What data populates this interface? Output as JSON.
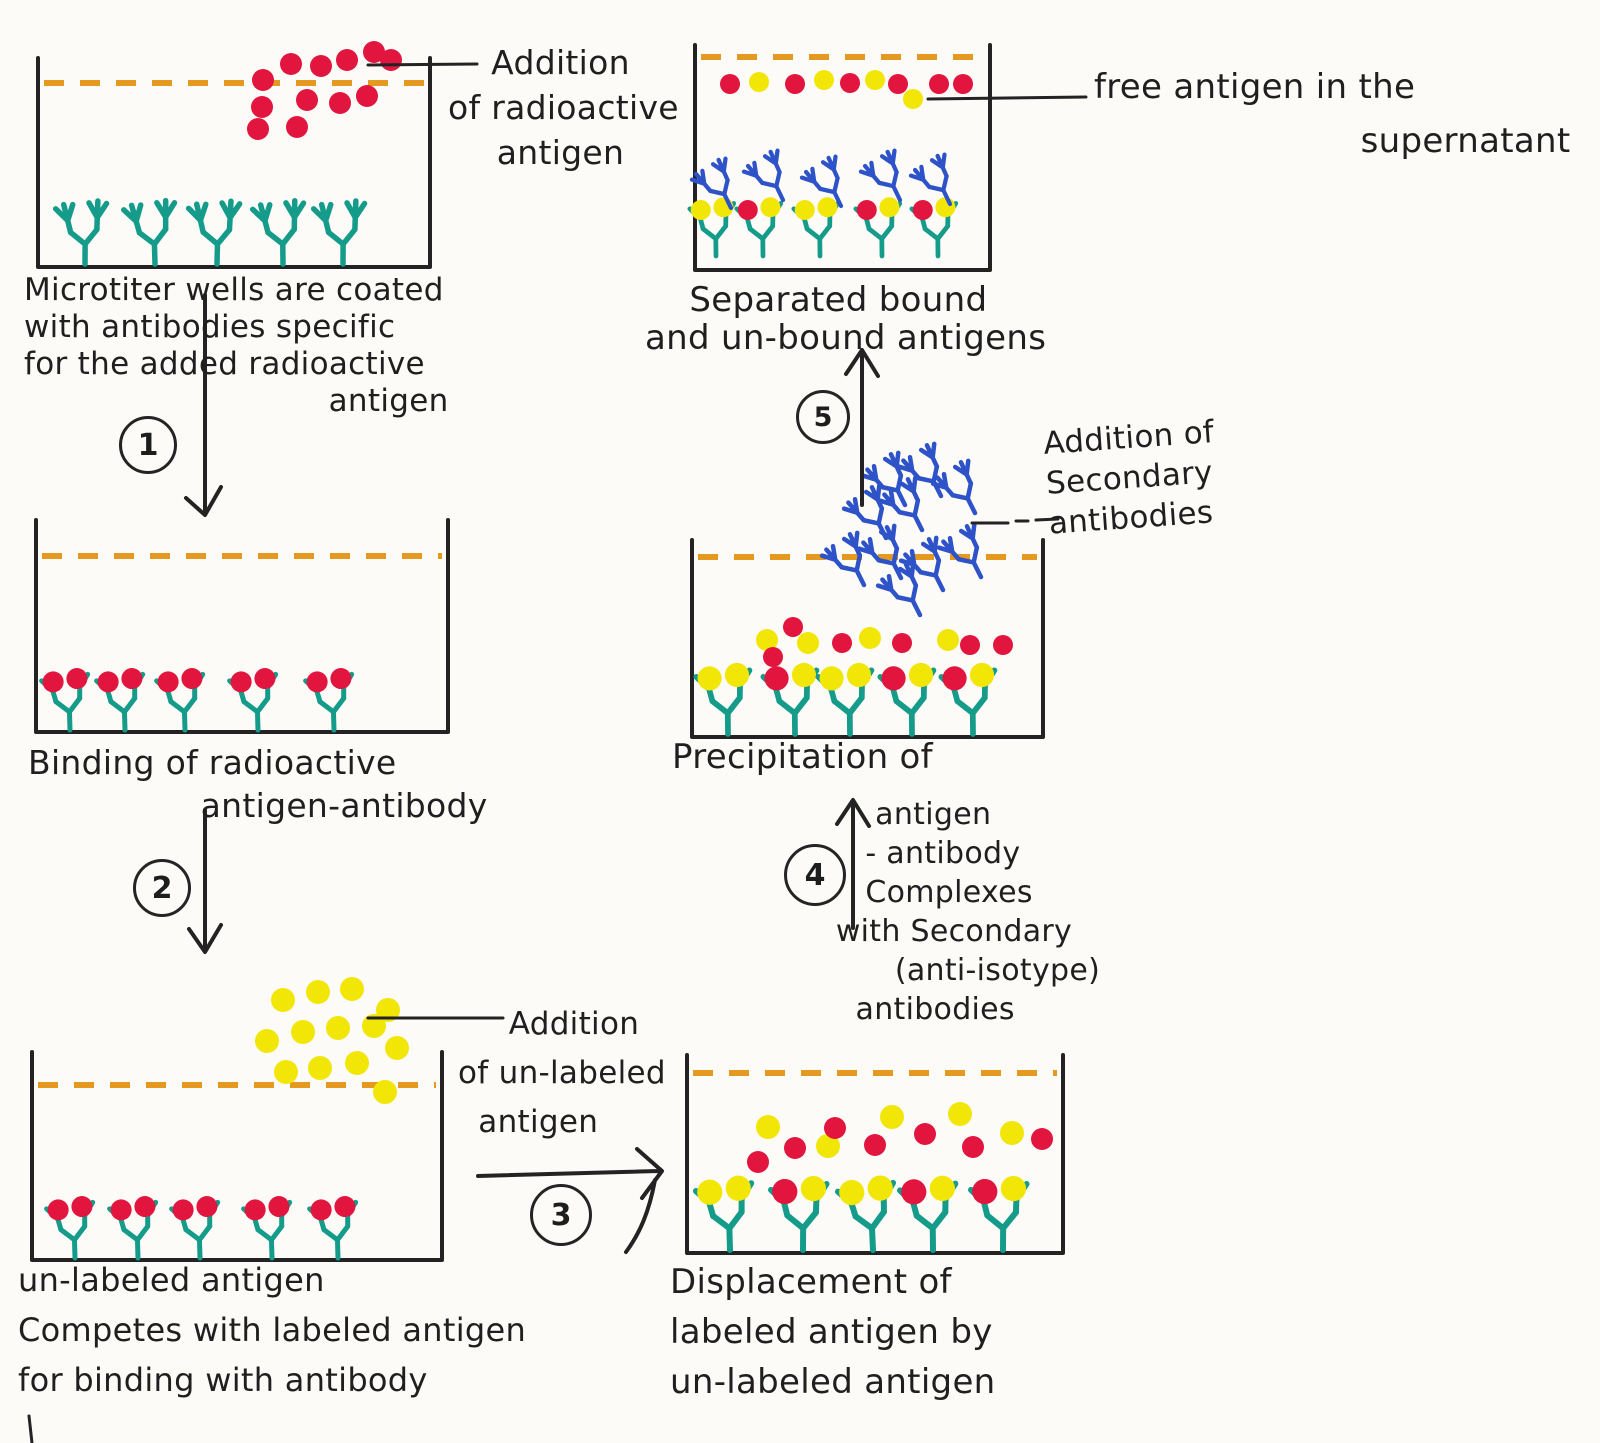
{
  "colors": {
    "ink": "#232323",
    "paper": "#fcfbf8",
    "radioactive_antigen_red": "#e2153f",
    "unlabeled_antigen_yellow": "#f2e607",
    "primary_antibody_teal": "#159b8a",
    "secondary_antibody_blue": "#2e53c8",
    "liquid_level_orange": "#e49a20"
  },
  "diagram": {
    "panel1": {
      "label": "Addition\nof radioactive\nantigen",
      "caption": "Microtiter wells are coated\nwith antibodies specific\nfor the added radioactive\n                              antigen"
    },
    "panel2": {
      "caption": "Binding of radioactive\n                antigen-antibody"
    },
    "panel3": {
      "label": "     Addition\nof un-labeled\n  antigen",
      "caption": "un-labeled antigen\nCompetes with labeled antigen\nfor binding with antibody"
    },
    "panel4": {
      "caption": "Displacement of\nlabeled antigen by\nun-labeled antigen"
    },
    "panel5": {
      "caption_line1": "Precipitation of",
      "caption_rest": "     antigen\n    - antibody\n    Complexes\n with Secondary\n       (anti-isotype)\n   antibodies",
      "label": "Addition of\nSecondary\nantibodies"
    },
    "panel6": {
      "caption": "    Separated bound\nand un-bound antigens",
      "label": "free antigen in the\n                        supernatant"
    },
    "steps": {
      "step1": "1",
      "step2": "2",
      "step3": "3",
      "step4": "4",
      "step5": "5"
    }
  }
}
